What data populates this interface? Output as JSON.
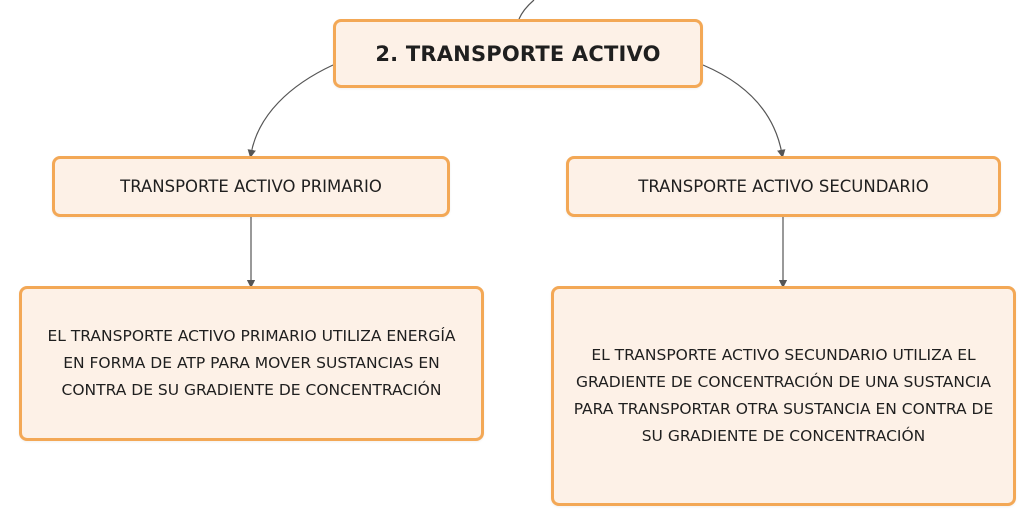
{
  "diagram": {
    "root": {
      "label": "2. TRANSPORTE ACTIVO"
    },
    "branches": [
      {
        "label": "TRANSPORTE ACTIVO PRIMARIO",
        "description": "EL TRANSPORTE ACTIVO PRIMARIO UTILIZA ENERGÍA EN FORMA DE ATP PARA MOVER SUSTANCIAS EN CONTRA DE SU GRADIENTE DE CONCENTRACIÓN"
      },
      {
        "label": "TRANSPORTE ACTIVO SECUNDARIO",
        "description": "EL TRANSPORTE ACTIVO SECUNDARIO UTILIZA EL GRADIENTE DE CONCENTRACIÓN DE UNA SUSTANCIA PARA TRANSPORTAR OTRA SUSTANCIA EN CONTRA DE SU GRADIENTE DE CONCENTRACIÓN"
      }
    ],
    "colors": {
      "node_fill": "#fdf1e7",
      "node_border": "#f3a856",
      "connector": "#555555"
    }
  }
}
